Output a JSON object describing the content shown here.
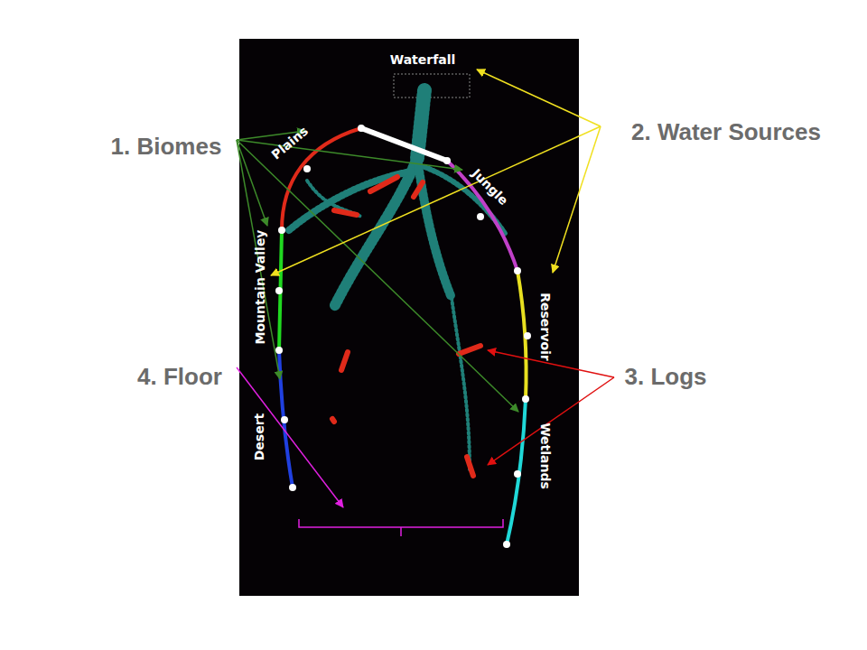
{
  "diagram": {
    "labels": [
      "Waterfall",
      "Plains",
      "Jungle",
      "Mountain Valley",
      "Reservoir",
      "Desert",
      "Wetlands",
      "1. Biomes",
      "2. Water Sources",
      "3. Logs",
      "4. Floor"
    ]
  }
}
